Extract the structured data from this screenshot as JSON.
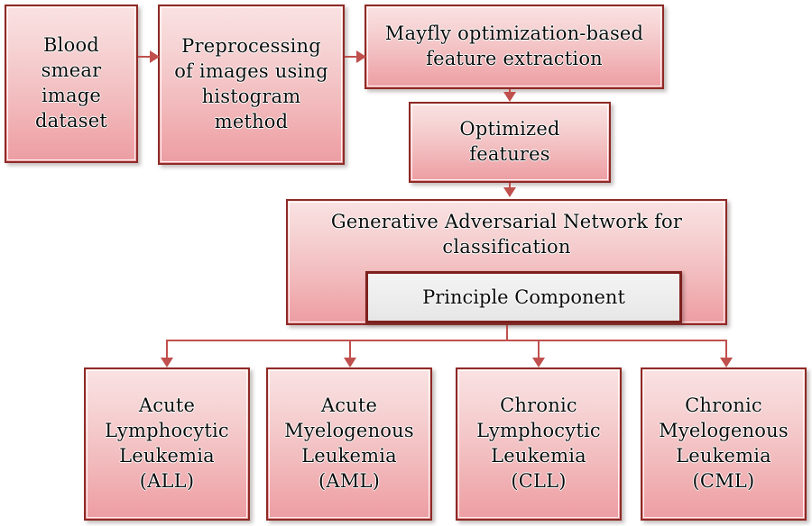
{
  "diagram": {
    "title": "Leukemia classification pipeline flowchart",
    "colors": {
      "box_border": "#8e2a26",
      "box_fill_top": "#fae2e2",
      "box_fill_bottom": "#eb9ea3",
      "connector": "#c0504d",
      "pca_border": "#7d201d",
      "pca_fill": "#f0f0f0",
      "text": "#0a0a0a",
      "background": "#ffffff"
    },
    "nodes": {
      "dataset": "Blood\nsmear\nimage\ndataset",
      "preprocessing": "Preprocessing\nof images using\nhistogram\nmethod",
      "mayfly": "Mayfly optimization-based\nfeature extraction",
      "optimized": "Optimized\nfeatures",
      "gan": "Generative Adversarial Network for\nclassification",
      "pca": "Principle Component"
    },
    "outputs": [
      {
        "id": "all",
        "label": "Acute\nLymphocytic\nLeukemia\n(ALL)",
        "abbrev": "ALL"
      },
      {
        "id": "aml",
        "label": "Acute\nMyelogenous\nLeukemia\n(AML)",
        "abbrev": "AML"
      },
      {
        "id": "cll",
        "label": "Chronic\nLymphocytic\nLeukemia\n(CLL)",
        "abbrev": "CLL"
      },
      {
        "id": "cml",
        "label": "Chronic\nMyelogenous\nLeukemia\n(CML)",
        "abbrev": "CML"
      }
    ],
    "edges": [
      {
        "from": "dataset",
        "to": "preprocessing",
        "direction": "right"
      },
      {
        "from": "preprocessing",
        "to": "mayfly",
        "direction": "right"
      },
      {
        "from": "mayfly",
        "to": "optimized",
        "direction": "down"
      },
      {
        "from": "optimized",
        "to": "gan",
        "direction": "down"
      },
      {
        "from": "pca",
        "to": "all",
        "direction": "down"
      },
      {
        "from": "pca",
        "to": "aml",
        "direction": "down"
      },
      {
        "from": "pca",
        "to": "cll",
        "direction": "down"
      },
      {
        "from": "pca",
        "to": "cml",
        "direction": "down"
      }
    ]
  }
}
